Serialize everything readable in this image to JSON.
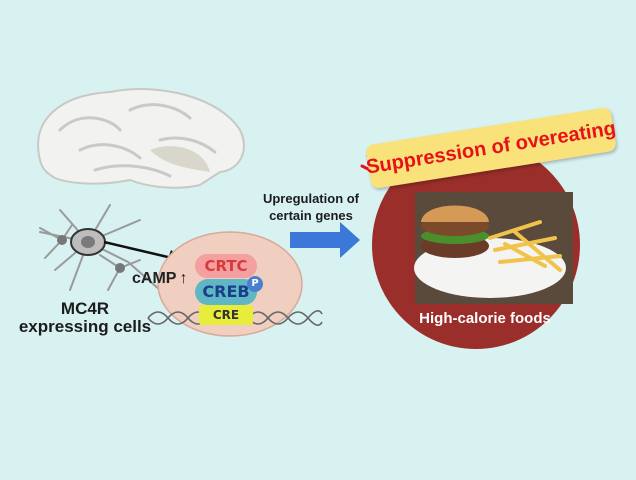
{
  "cell_label_line1": "MC4R",
  "cell_label_line2": "expressing cells",
  "camp_label": "cAMP",
  "camp_arrow": "↑",
  "crtc_label": "CRTC",
  "creb_label": "CREB",
  "phospho_label": "P",
  "cre_label": "CRE",
  "upregulation_line1": "Upregulation of",
  "upregulation_line2": "certain genes",
  "banner_text": "Suppression of overeating",
  "food_label": "High-calorie foods",
  "colors": {
    "background": "#d8f1f1",
    "food_circle": "#9a2e2a",
    "arrow": "#3b78d8",
    "banner": "#f9e27a",
    "banner_text": "#e8111a",
    "crtc": "#f4a0a0",
    "creb": "#5fb7c6",
    "cre": "#e8ec3a",
    "nucleus": "#f1cfc0"
  },
  "icons": [
    "brain-icon",
    "neuron-icon",
    "burger-fries-photo"
  ]
}
